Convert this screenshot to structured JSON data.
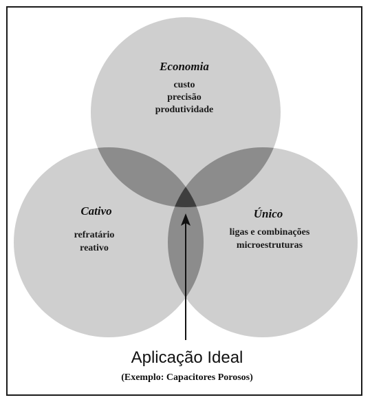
{
  "sets": [
    {
      "title": "Economia",
      "items": [
        "custo",
        "precisão",
        "produtividade"
      ]
    },
    {
      "title": "Cativo",
      "items": [
        "refratário",
        "reativo"
      ]
    },
    {
      "title": "Único",
      "items": [
        "ligas e combinações",
        "microestruturas"
      ]
    }
  ],
  "center": {
    "label": "Aplicação Ideal",
    "example": "(Exemplo: Capacitores Porosos)"
  },
  "colors": {
    "circle_fill": "#cfcfcf",
    "pair_overlap": "#8c8c8c",
    "triple_overlap": "#3e3e3e",
    "frame": "#1a1a1a"
  }
}
